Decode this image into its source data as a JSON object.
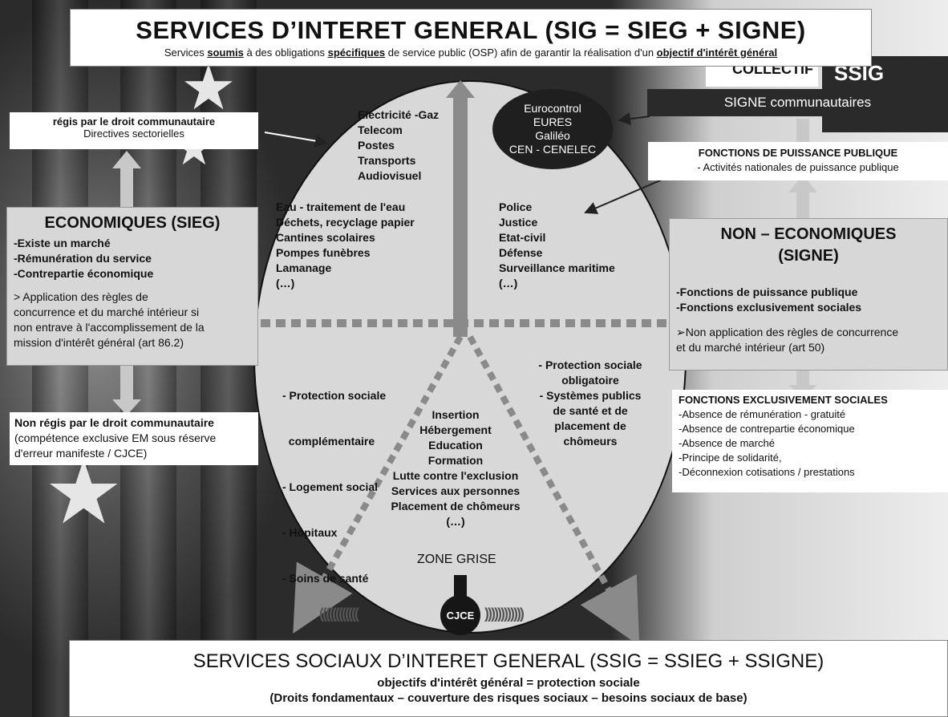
{
  "top": {
    "title": "SERVICES D’INTERET GENERAL (SIG = SIEG + SIGNE)",
    "sub_1": "Services ",
    "sub_2": "soumis",
    "sub_3": " à des obligations ",
    "sub_4": "spécifiques",
    "sub_5": " de service public (OSP) afin de garantir la réalisation d'un ",
    "sub_6": "objectif d'intérêt général"
  },
  "collectif": {
    "label": "COLLECTIF",
    "ssig": "SSIG"
  },
  "signe_comm": "SIGNE communautaires",
  "regis": {
    "title": "régis par le droit communautaire",
    "sub": "Directives sectorielles"
  },
  "sieg": {
    "title": "ECONOMIQUES (SIEG)",
    "items": [
      "-Existe un marché",
      "-Rémunération du service",
      "-Contrepartie économique"
    ],
    "note": [
      "> Application des règles de",
      "concurrence et du marché intérieur si",
      "non entrave à l'accomplissement de la",
      "mission d'intérêt général (art 86.2)"
    ]
  },
  "non_regis": {
    "lines": [
      "Non régis par le droit communautaire",
      "(compétence exclusive EM sous réserve",
      "d'erreur manifeste / CJCE)"
    ]
  },
  "puissance": {
    "title": "FONCTIONS DE PUISSANCE PUBLIQUE",
    "sub": "- Activités nationales de puissance publique"
  },
  "signe": {
    "title_1": "NON – ECONOMIQUES",
    "title_2": "(SIGNE)",
    "items": [
      "-Fonctions de puissance publique",
      "-Fonctions exclusivement sociales"
    ],
    "note": [
      "➢Non application des règles de concurrence",
      "et du marché intérieur (art 50)"
    ]
  },
  "excl": {
    "title": "FONCTIONS EXCLUSIVEMENT SOCIALES",
    "items": [
      "-Absence de rémunération - gratuité",
      "-Absence de contrepartie économique",
      "-Absence de marché",
      "-Principe de solidarité,",
      "-Déconnexion cotisations / prestations"
    ]
  },
  "oval": {
    "lines": [
      "Eurocontrol",
      "EURES",
      "Galiléo",
      "CEN - CENELEC"
    ]
  },
  "network": {
    "lines": [
      "Electricité -Gaz",
      "Telecom",
      "Postes",
      "Transports",
      "Audiovisuel"
    ]
  },
  "local": {
    "lines": [
      "Eau - traitement de l'eau",
      "Déchets, recyclage papier",
      "Cantines scolaires",
      "Pompes funèbres",
      "Lamanage",
      "(…)"
    ]
  },
  "police": {
    "lines": [
      "Police",
      "Justice",
      "Etat-civil",
      "Défense",
      "Surveillance maritime",
      "(…)"
    ]
  },
  "prot_comp": {
    "lines": [
      "- Protection sociale",
      "  complémentaire",
      "- Logement social",
      "- Hôpitaux",
      "- Soins de santé"
    ]
  },
  "prot_obl": {
    "lines": [
      "- Protection sociale",
      "  obligatoire",
      "- Systèmes publics",
      "  de santé et de",
      "  placement de",
      "  chômeurs"
    ]
  },
  "center": {
    "lines": [
      "Insertion",
      "Hébergement",
      "Education",
      "Formation",
      "Lutte contre l'exclusion",
      "Services aux personnes",
      "Placement de chômeurs",
      "(…)"
    ]
  },
  "zone_grise": "ZONE GRISE",
  "cjce": "CJCE",
  "waves_left": "((((((((((((",
  "waves_right": "))))))))))))",
  "bottom": {
    "title": "SERVICES SOCIAUX D’INTERET GENERAL (SSIG = SSIEG + SSIGNE)",
    "line1": "objectifs d'intérêt général = protection sociale",
    "line2": "(Droits fondamentaux – couverture des risques sociaux – besoins sociaux de base)"
  }
}
